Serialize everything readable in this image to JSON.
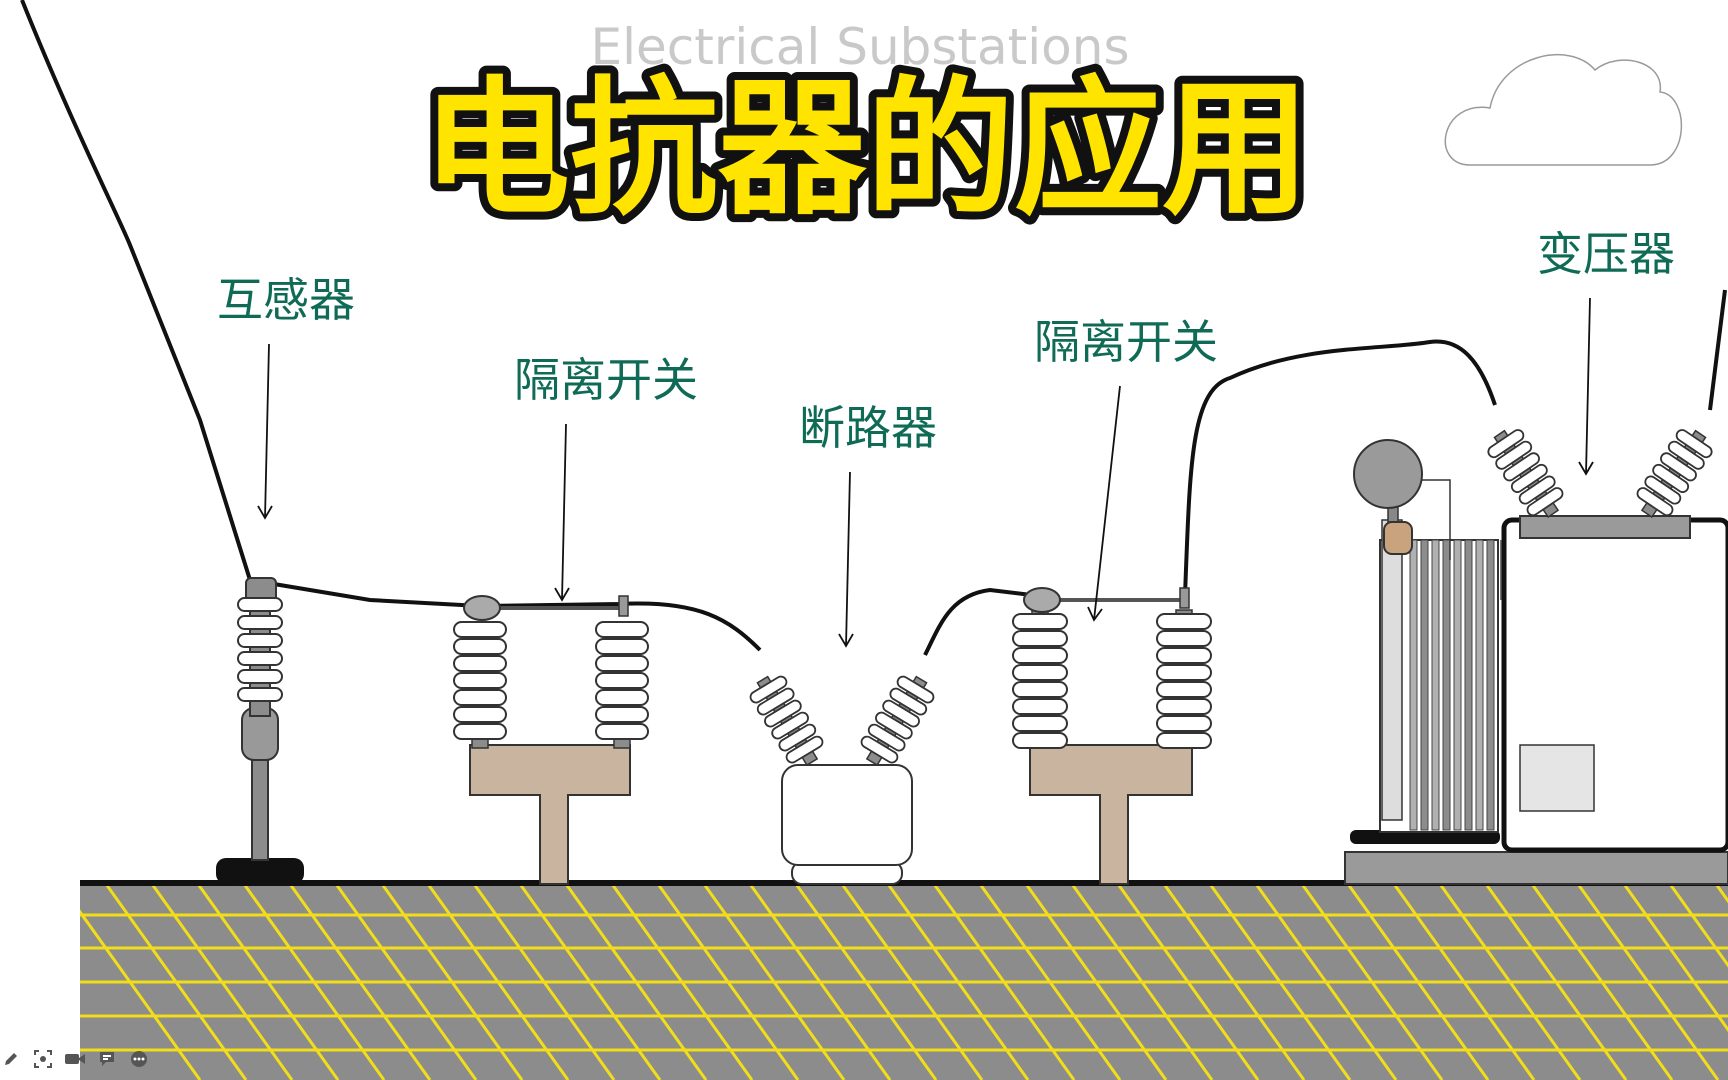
{
  "header": {
    "watermark": "Electrical Substations",
    "title": "电抗器的应用"
  },
  "labels": {
    "transformer_instrument": "互感器",
    "isolator_left": "隔离开关",
    "breaker": "断路器",
    "isolator_right": "隔离开关",
    "power_transformer": "变压器"
  },
  "colors": {
    "title_fill": "#ffe400",
    "title_outline": "#111111",
    "label_green": "#0f6b56",
    "watermark": "#c9c9c9",
    "ground_fill": "#8c8c8c",
    "ground_grid": "#f2dd1a",
    "insulator": "#ffffff",
    "support_tan": "#c9b4a0"
  },
  "toolbar": {
    "icons": [
      "pencil-icon",
      "screenshot-icon",
      "video-icon",
      "comment-icon",
      "more-icon"
    ]
  }
}
